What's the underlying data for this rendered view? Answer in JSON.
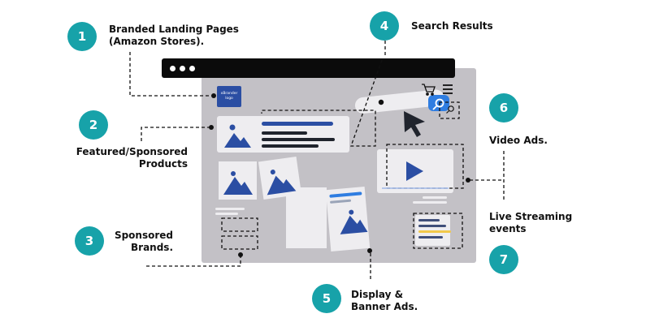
{
  "diagram": {
    "colors": {
      "badge": "#17a2a9",
      "browser_body": "#c3c1c6",
      "titlebar": "#0b0b0b",
      "card": "#eeedf0",
      "accent_blue": "#2b4ea3",
      "link_blue": "#2f7de1",
      "highlight_yellow": "#f2c94c",
      "text": "#111111"
    },
    "callouts": [
      {
        "number": "1",
        "lines": [
          "Branded Landing Pages",
          "(Amazon Stores)."
        ]
      },
      {
        "number": "2",
        "lines": [
          "Featured/Sponsored",
          "Products"
        ]
      },
      {
        "number": "3",
        "lines": [
          "Sponsored",
          "Brands."
        ]
      },
      {
        "number": "4",
        "lines": [
          "Search Results"
        ]
      },
      {
        "number": "5",
        "lines": [
          "Display &",
          "Banner Ads."
        ]
      },
      {
        "number": "6",
        "lines": [
          "Video Ads."
        ]
      },
      {
        "number": "7",
        "lines": [
          "Live Streaming",
          "events"
        ]
      }
    ],
    "logo_text": [
      "xBrander",
      "logo"
    ],
    "icons": [
      "cart-icon",
      "hamburger-menu-icon",
      "search-icon",
      "cursor-arrow-icon",
      "play-icon",
      "image-icon"
    ]
  }
}
